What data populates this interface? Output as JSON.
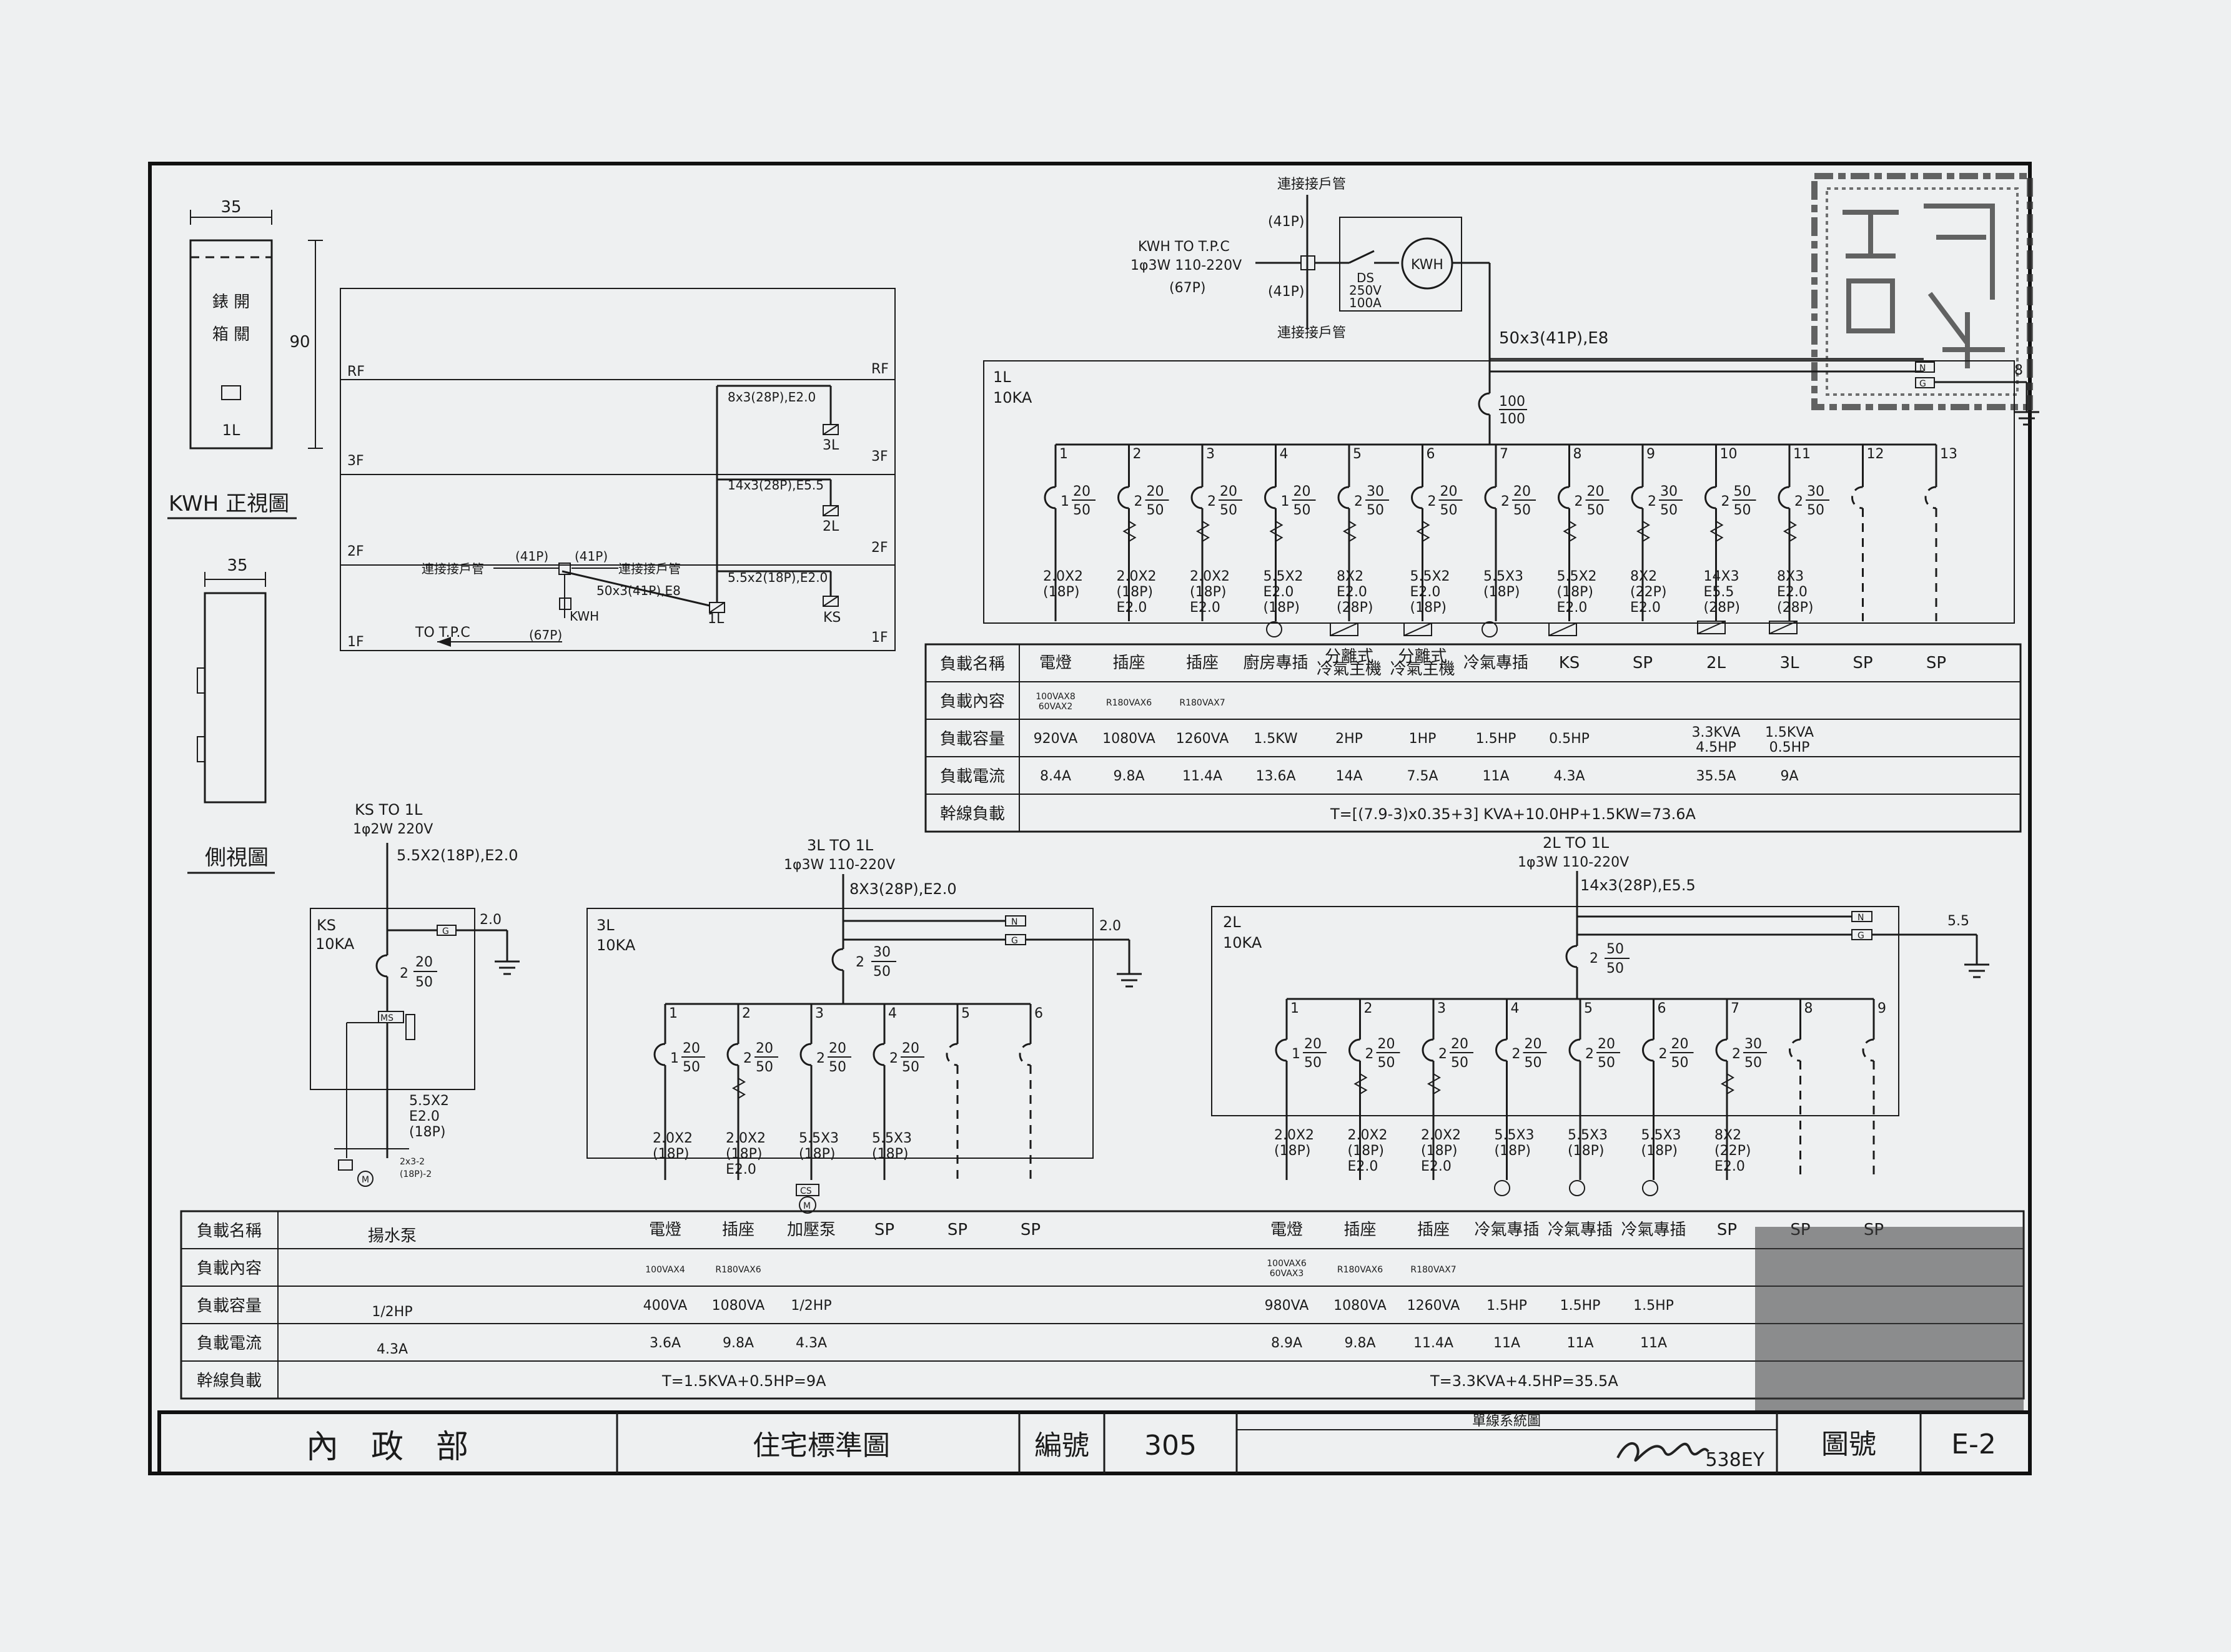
{
  "front_view": {
    "width": "35",
    "height": "90",
    "panel_top_label": "錶 開",
    "panel_mid_label": "箱 關",
    "panel_tag": "1L",
    "caption": "KWH 正視圖"
  },
  "side_view": {
    "width": "35",
    "caption": "側視圖"
  },
  "riser": {
    "floors": [
      "RF",
      "3F",
      "2F",
      "1F"
    ],
    "cable_3l": "8x3(28P),E2.0",
    "tag_3l": "3L",
    "cable_2l": "14x3(28P),E5.5",
    "tag_2l": "2L",
    "cable_ks": "5.5x2(18P),E2.0",
    "tag_ks": "KS",
    "tag_1l": "1L",
    "conn_pipe_l": "連接接戶管",
    "conn_pipe_r": "連接接戶管",
    "p41_a": "(41P)",
    "p41_b": "(41P)",
    "feeder": "50x3(41P),E8",
    "kwh": "KWH",
    "to_tpc": "TO T.P.C",
    "p67": "(67P)"
  },
  "service": {
    "conn_top": "連接接戶管",
    "p41_top": "(41P)",
    "kwh_line1": "KWH TO T.P.C",
    "kwh_line2": "1φ3W 110-220V",
    "kwh_line3": "(67P)",
    "p41_bot": "(41P)",
    "conn_bot": "連接接戶管",
    "ds_1": "DS",
    "ds_2": "250V",
    "ds_3": "100A",
    "kwh": "KWH",
    "feeder": "50x3(41P),E8"
  },
  "panel_1l": {
    "name": "1L",
    "rating": "10KA",
    "main_top": "100",
    "main_bot": "100",
    "g_label": "G",
    "n_label": "N",
    "ground_size": "8",
    "circuits": [
      {
        "no": "1",
        "pole": "1",
        "top": "20",
        "bot": "50",
        "cable1": "2.0X2",
        "cable2": "(18P)",
        "cable3": ""
      },
      {
        "no": "2",
        "pole": "2",
        "top": "20",
        "bot": "50",
        "cable1": "2.0X2",
        "cable2": "(18P)",
        "cable3": "E2.0"
      },
      {
        "no": "3",
        "pole": "2",
        "top": "20",
        "bot": "50",
        "cable1": "2.0X2",
        "cable2": "(18P)",
        "cable3": "E2.0"
      },
      {
        "no": "4",
        "pole": "1",
        "top": "20",
        "bot": "50",
        "cable1": "5.5X2",
        "cable2": "E2.0",
        "cable3": "(18P)"
      },
      {
        "no": "5",
        "pole": "2",
        "top": "30",
        "bot": "50",
        "cable1": "8X2",
        "cable2": "E2.0",
        "cable3": "(28P)"
      },
      {
        "no": "6",
        "pole": "2",
        "top": "20",
        "bot": "50",
        "cable1": "5.5X2",
        "cable2": "E2.0",
        "cable3": "(18P)"
      },
      {
        "no": "7",
        "pole": "2",
        "top": "20",
        "bot": "50",
        "cable1": "5.5X3",
        "cable2": "(18P)",
        "cable3": ""
      },
      {
        "no": "8",
        "pole": "2",
        "top": "20",
        "bot": "50",
        "cable1": "5.5X2",
        "cable2": "(18P)",
        "cable3": "E2.0"
      },
      {
        "no": "9",
        "pole": "2",
        "top": "30",
        "bot": "50",
        "cable1": "8X2",
        "cable2": "(22P)",
        "cable3": "E2.0"
      },
      {
        "no": "10",
        "pole": "2",
        "top": "50",
        "bot": "50",
        "cable1": "14X3",
        "cable2": "E5.5",
        "cable3": "(28P)"
      },
      {
        "no": "11",
        "pole": "2",
        "top": "30",
        "bot": "50",
        "cable1": "8X3",
        "cable2": "E2.0",
        "cable3": "(28P)"
      },
      {
        "no": "12",
        "pole": "",
        "top": "",
        "bot": "",
        "cable1": "",
        "cable2": "",
        "cable3": ""
      },
      {
        "no": "13",
        "pole": "",
        "top": "",
        "bot": "",
        "cable1": "",
        "cable2": "",
        "cable3": ""
      }
    ]
  },
  "table_1l": {
    "row_labels": [
      "負載名稱",
      "負載內容",
      "負載容量",
      "負載電流",
      "幹線負載"
    ],
    "names": [
      "電燈",
      "插座",
      "插座",
      "廚房專插",
      "分離式\n冷氣主機",
      "分離式\n冷氣主機",
      "冷氣專插",
      "KS",
      "SP",
      "2L",
      "3L",
      "SP",
      "SP"
    ],
    "contents": [
      "100VAX8\n60VAX2",
      "R180VAX6",
      "R180VAX7",
      "",
      "",
      "",
      "",
      "",
      "",
      "",
      "",
      "",
      ""
    ],
    "capacities": [
      "920VA",
      "1080VA",
      "1260VA",
      "1.5KW",
      "2HP",
      "1HP",
      "1.5HP",
      "0.5HP",
      "",
      "3.3KVA\n4.5HP",
      "1.5KVA\n0.5HP",
      "",
      ""
    ],
    "currents": [
      "8.4A",
      "9.8A",
      "11.4A",
      "13.6A",
      "14A",
      "7.5A",
      "11A",
      "4.3A",
      "",
      "35.5A",
      "9A",
      "",
      ""
    ],
    "trunk": "T=[(7.9-3)x0.35+3] KVA+10.0HP+1.5KW=73.6A"
  },
  "panel_ks": {
    "title": "KS TO 1L",
    "system": "1φ2W 220V",
    "feeder": "5.5X2(18P),E2.0",
    "name": "KS",
    "rating": "10KA",
    "g_label": "G",
    "ground_size": "2.0",
    "breaker_pole": "2",
    "breaker_top": "20",
    "breaker_bot": "50",
    "ms": "MS",
    "cable1": "5.5X2",
    "cable2": "E2.0",
    "cable3": "(18P)",
    "motor_cable1": "2x3-2",
    "motor_cable2": "(18P)-2",
    "motor": "M"
  },
  "panel_3l": {
    "title": "3L TO 1L",
    "system": "1φ3W 110-220V",
    "feeder": "8X3(28P),E2.0",
    "name": "3L",
    "rating": "10KA",
    "n_label": "N",
    "g_label": "G",
    "ground_size": "2.0",
    "main_pole": "2",
    "main_top": "30",
    "main_bot": "50",
    "circuits": [
      {
        "no": "1",
        "pole": "1",
        "top": "20",
        "bot": "50",
        "cable1": "2.0X2",
        "cable2": "(18P)",
        "cable3": ""
      },
      {
        "no": "2",
        "pole": "2",
        "top": "20",
        "bot": "50",
        "cable1": "2.0X2",
        "cable2": "(18P)",
        "cable3": "E2.0"
      },
      {
        "no": "3",
        "pole": "2",
        "top": "20",
        "bot": "50",
        "cable1": "5.5X3",
        "cable2": "(18P)",
        "cable3": ""
      },
      {
        "no": "4",
        "pole": "2",
        "top": "20",
        "bot": "50",
        "cable1": "5.5X3",
        "cable2": "(18P)",
        "cable3": ""
      },
      {
        "no": "5",
        "pole": "",
        "top": "",
        "bot": "",
        "cable1": "",
        "cable2": "",
        "cable3": ""
      },
      {
        "no": "6",
        "pole": "",
        "top": "",
        "bot": "",
        "cable1": "",
        "cable2": "",
        "cable3": ""
      }
    ],
    "cs_label": "CS",
    "motor": "M"
  },
  "panel_2l": {
    "title": "2L TO 1L",
    "system": "1φ3W 110-220V",
    "feeder": "14x3(28P),E5.5",
    "name": "2L",
    "rating": "10KA",
    "n_label": "N",
    "g_label": "G",
    "ground_size": "5.5",
    "main_pole": "2",
    "main_top": "50",
    "main_bot": "50",
    "circuits": [
      {
        "no": "1",
        "pole": "1",
        "top": "20",
        "bot": "50",
        "cable1": "2.0X2",
        "cable2": "(18P)",
        "cable3": ""
      },
      {
        "no": "2",
        "pole": "2",
        "top": "20",
        "bot": "50",
        "cable1": "2.0X2",
        "cable2": "(18P)",
        "cable3": "E2.0"
      },
      {
        "no": "3",
        "pole": "2",
        "top": "20",
        "bot": "50",
        "cable1": "2.0X2",
        "cable2": "(18P)",
        "cable3": "E2.0"
      },
      {
        "no": "4",
        "pole": "2",
        "top": "20",
        "bot": "50",
        "cable1": "5.5X3",
        "cable2": "(18P)",
        "cable3": ""
      },
      {
        "no": "5",
        "pole": "2",
        "top": "20",
        "bot": "50",
        "cable1": "5.5X3",
        "cable2": "(18P)",
        "cable3": ""
      },
      {
        "no": "6",
        "pole": "2",
        "top": "20",
        "bot": "50",
        "cable1": "5.5X3",
        "cable2": "(18P)",
        "cable3": ""
      },
      {
        "no": "7",
        "pole": "2",
        "top": "30",
        "bot": "50",
        "cable1": "8X2",
        "cable2": "(22P)",
        "cable3": "E2.0"
      },
      {
        "no": "8",
        "pole": "",
        "top": "",
        "bot": "",
        "cable1": "",
        "cable2": "",
        "cable3": ""
      },
      {
        "no": "9",
        "pole": "",
        "top": "",
        "bot": "",
        "cable1": "",
        "cable2": "",
        "cable3": ""
      }
    ]
  },
  "table_bottom": {
    "row_labels": [
      "負載名稱",
      "負載內容",
      "負載容量",
      "負載電流",
      "幹線負載"
    ],
    "ks": {
      "name": "揚水泵",
      "capacity": "1/2HP",
      "current": "4.3A"
    },
    "l3": {
      "names": [
        "電燈",
        "插座",
        "加壓泵",
        "SP",
        "SP",
        "SP"
      ],
      "contents": [
        "100VAX4",
        "R180VAX6",
        "",
        "",
        "",
        ""
      ],
      "capacities": [
        "400VA",
        "1080VA",
        "1/2HP",
        "",
        "",
        ""
      ],
      "currents": [
        "3.6A",
        "9.8A",
        "4.3A",
        "",
        "",
        ""
      ],
      "trunk": "T=1.5KVA+0.5HP=9A"
    },
    "l2": {
      "names": [
        "電燈",
        "插座",
        "插座",
        "冷氣專插",
        "冷氣專插",
        "冷氣專插",
        "SP",
        "SP",
        "SP"
      ],
      "contents": [
        "100VAX6\n60VAX3",
        "R180VAX6",
        "R180VAX7",
        "",
        "",
        "",
        "",
        "",
        ""
      ],
      "capacities": [
        "980VA",
        "1080VA",
        "1260VA",
        "1.5HP",
        "1.5HP",
        "1.5HP",
        "",
        "",
        ""
      ],
      "currents": [
        "8.9A",
        "9.8A",
        "11.4A",
        "11A",
        "11A",
        "11A",
        "",
        "",
        ""
      ],
      "trunk": "T=3.3KVA+4.5HP=35.5A"
    }
  },
  "title_block": {
    "ministry": "內　政　部",
    "drawing_set": "住宅標準圖",
    "number_label": "編號",
    "number": "305",
    "drawing_title": "單線系統圖",
    "code": "538EY",
    "sheet_label": "圖號",
    "sheet_no": "E-2"
  },
  "colors": {
    "ink": "#1b1b1b",
    "paper": "#eef0f1"
  }
}
